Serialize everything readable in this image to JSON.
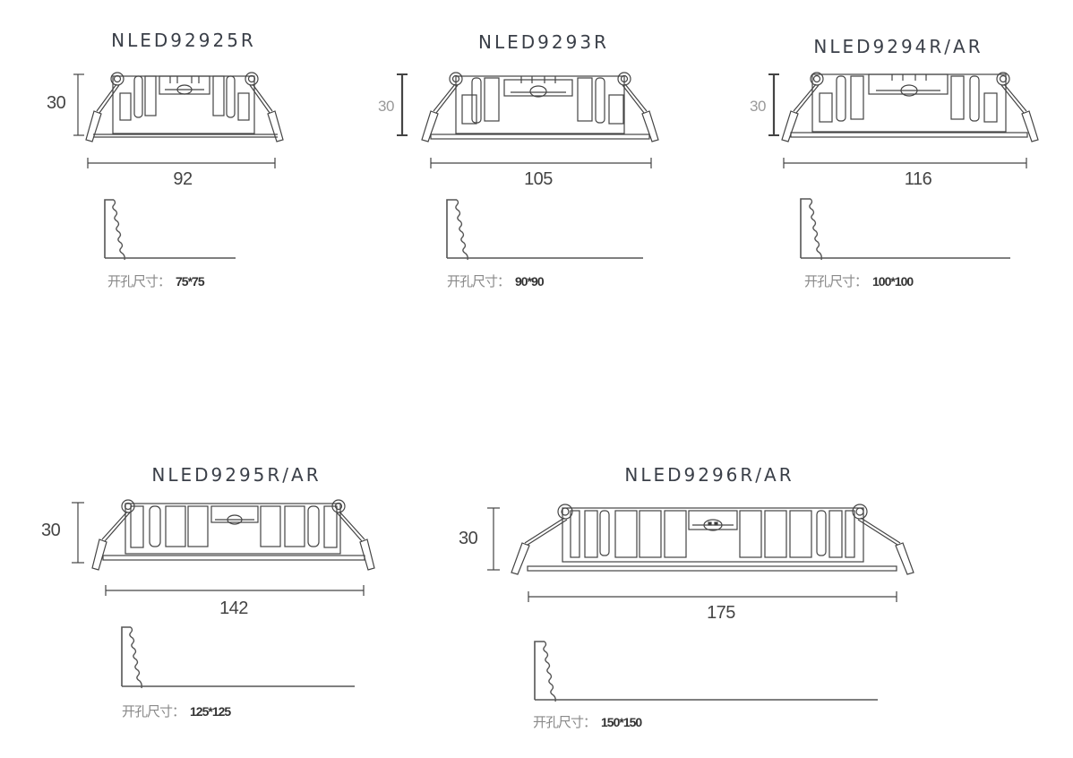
{
  "products": [
    {
      "model": "NLED92925R",
      "height": "30",
      "width": "92",
      "cutout_label": "开孔尺寸：",
      "cutout_value": "75*75"
    },
    {
      "model": "NLED9293R",
      "height": "30",
      "width": "105",
      "cutout_label": "开孔尺寸：",
      "cutout_value": "90*90"
    },
    {
      "model": "NLED9294R/AR",
      "height": "30",
      "width": "116",
      "cutout_label": "开孔尺寸：",
      "cutout_value": "100*100"
    },
    {
      "model": "NLED9295R/AR",
      "height": "30",
      "width": "142",
      "cutout_label": "开孔尺寸：",
      "cutout_value": "125*125"
    },
    {
      "model": "NLED9296R/AR",
      "height": "30",
      "width": "175",
      "cutout_label": "开孔尺寸：",
      "cutout_value": "150*150"
    }
  ],
  "colors": {
    "line": "#444444",
    "title": "#3a3f48",
    "label": "#8a8a8a"
  }
}
